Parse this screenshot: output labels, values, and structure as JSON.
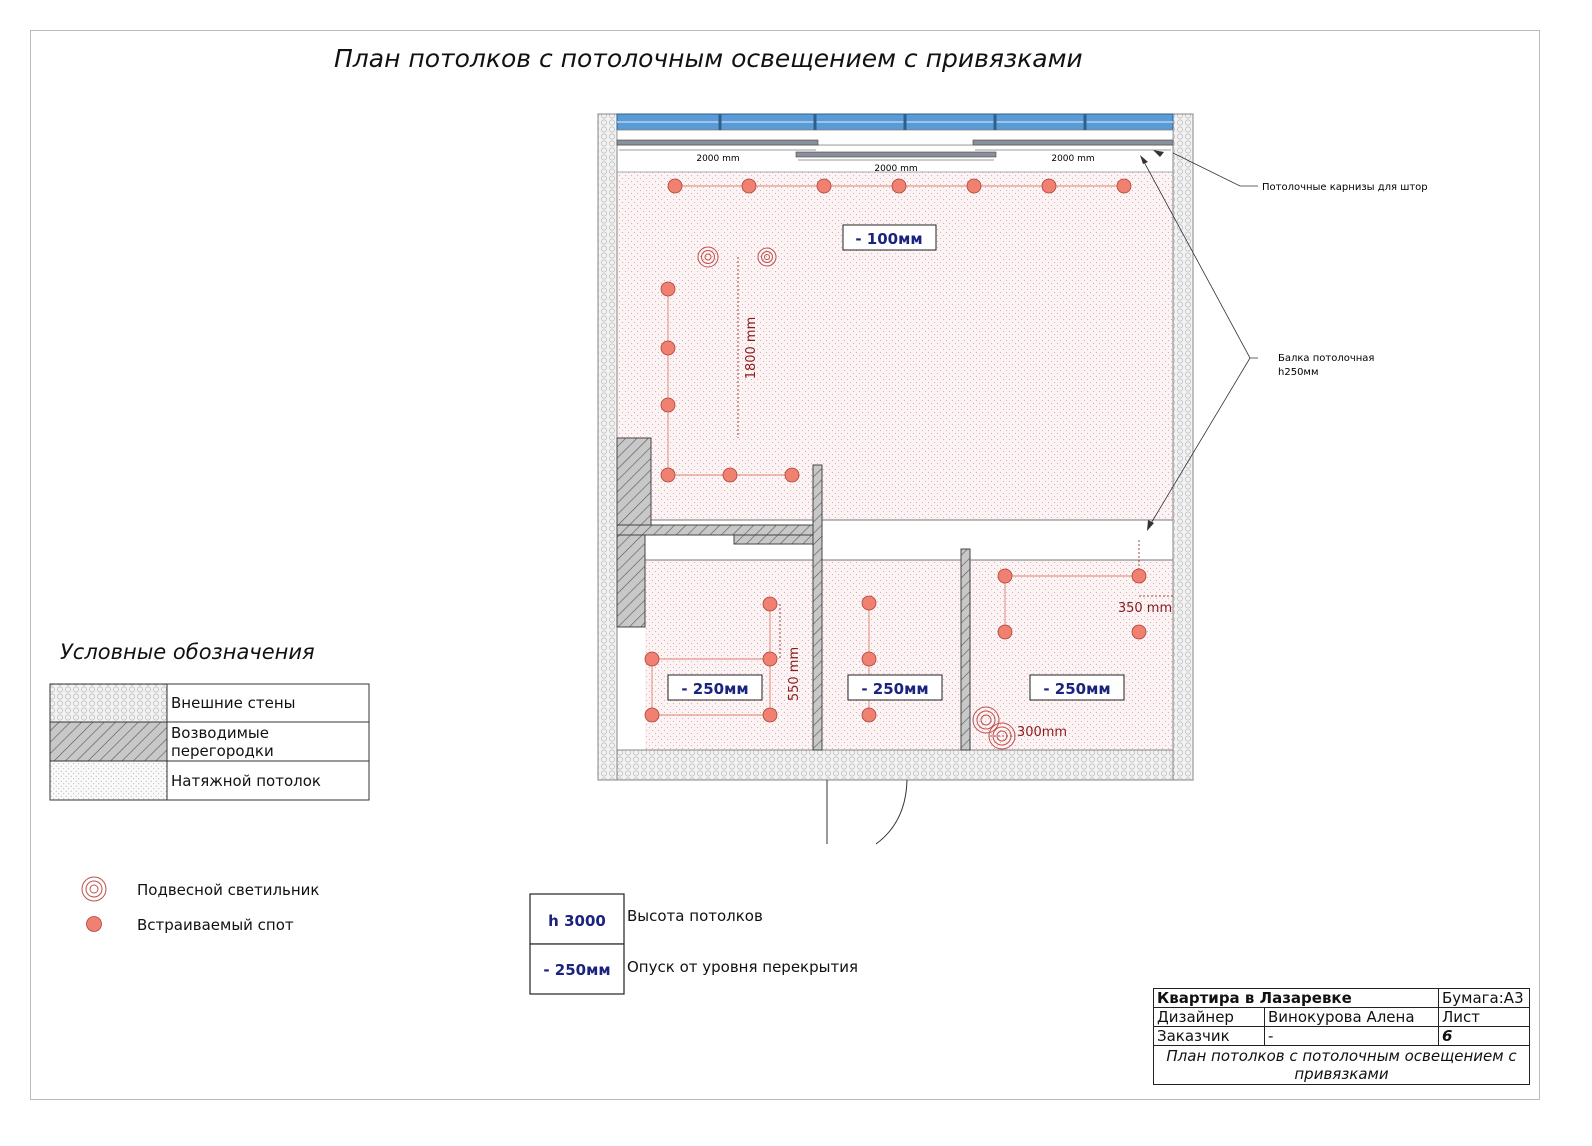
{
  "title": "План потолков с потолочным освещением с привязками",
  "annotations": {
    "curtain_rails": "Потолочные карнизы для штор",
    "beam_line1": "Балка потолочная",
    "beam_line2": "h250мм"
  },
  "dimensions": {
    "rail_left": "2000 mm",
    "rail_mid": "2000 mm",
    "rail_right": "2000 mm",
    "d1800": "1800 mm",
    "d550": "550 mm",
    "d350": "350 mm",
    "d300": "300mm"
  },
  "ceiling_levels": {
    "top": "- 100мм",
    "left": "- 250мм",
    "middle": "- 250мм",
    "right": "- 250мм"
  },
  "legend": {
    "title": "Условные обозначения",
    "items": [
      "Внешние стены",
      "Возводимые перегородки",
      "Натяжной потолок"
    ],
    "pendant": "Подвесной светильник",
    "spot": "Встраиваемый спот"
  },
  "marks": {
    "height_value": "h 3000",
    "height_label": "Высота потолков",
    "drop_value": "- 250мм",
    "drop_label": "Опуск от уровня перекрытия"
  },
  "stamp": {
    "project": "Квартира в Лазаревке",
    "paper": "Бумага:А3",
    "designer_label": "Дизайнер",
    "designer": "Винокурова Алена",
    "sheet_label": "Лист",
    "client_label": "Заказчик",
    "client": "-",
    "sheet_no": "6",
    "sheet_title": "План потолков с потолочным освещением с привязками"
  },
  "colors": {
    "spot": "#f08070",
    "dimension": "#8b1a1a",
    "level_text": "#1a237e",
    "window": "#5b9bd5"
  }
}
